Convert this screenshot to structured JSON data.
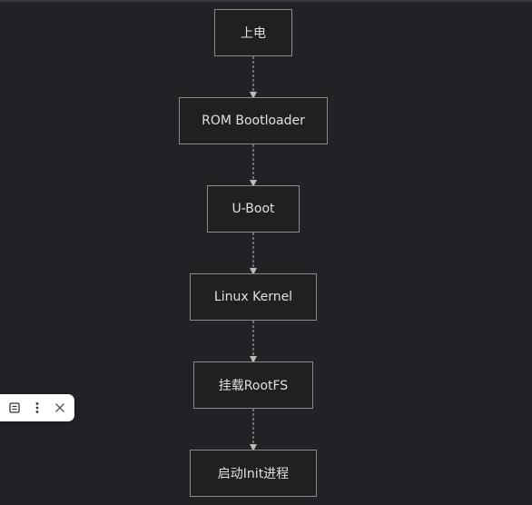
{
  "diagram": {
    "nodes": [
      {
        "id": "n1",
        "label": "上电"
      },
      {
        "id": "n2",
        "label": "ROM Bootloader"
      },
      {
        "id": "n3",
        "label": "U-Boot"
      },
      {
        "id": "n4",
        "label": "Linux Kernel"
      },
      {
        "id": "n5",
        "label": "挂载RootFS"
      },
      {
        "id": "n6",
        "label": "启动Init进程"
      }
    ],
    "edges": [
      {
        "from": "n1",
        "to": "n2"
      },
      {
        "from": "n2",
        "to": "n3"
      },
      {
        "from": "n3",
        "to": "n4"
      },
      {
        "from": "n4",
        "to": "n5"
      },
      {
        "from": "n5",
        "to": "n6"
      }
    ]
  },
  "toolbar": {
    "icons": [
      "notes-icon",
      "more-vertical-icon",
      "close-icon"
    ]
  },
  "colors": {
    "background": "#222226",
    "node_fill": "#1f2020",
    "node_border": "#8a8a8a",
    "text": "#e0e0e0",
    "edge": "#bbbbbb"
  }
}
